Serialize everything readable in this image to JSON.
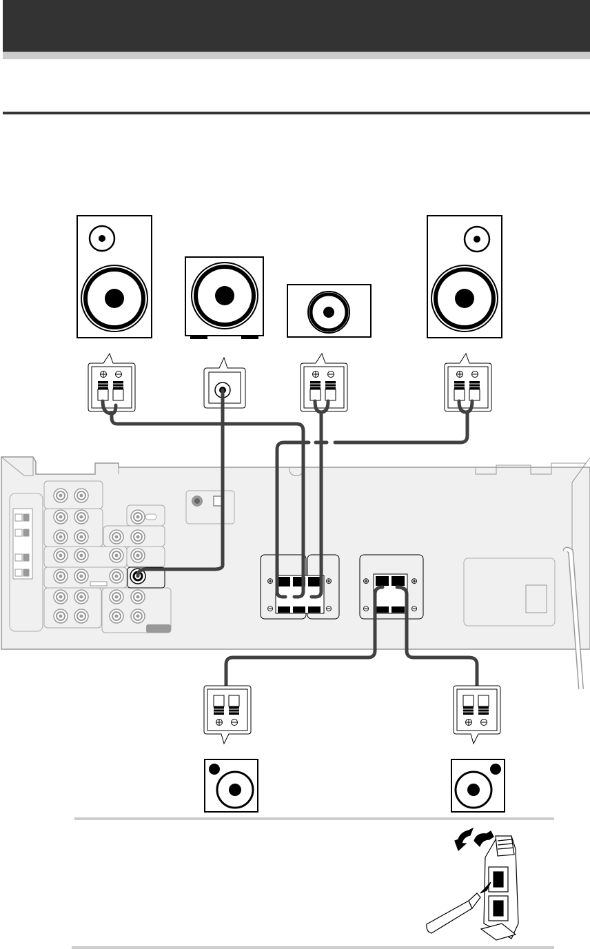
{
  "page": {
    "header_title": "",
    "section_heading": "",
    "note_text": ""
  },
  "colors": {
    "header": "#333333",
    "header_band": "#cccccc",
    "cable": "#404040",
    "receiver_panel": "#f0f0f0",
    "receiver_outline": "#999999",
    "note_rule": "#cccccc"
  },
  "diagram": {
    "speakers": [
      {
        "id": "front-left",
        "type": "tower",
        "terminal": "spring-pair"
      },
      {
        "id": "subwoofer",
        "type": "subwoofer",
        "terminal": "rca"
      },
      {
        "id": "center",
        "type": "center",
        "terminal": "spring-pair"
      },
      {
        "id": "front-right",
        "type": "tower",
        "terminal": "spring-pair"
      },
      {
        "id": "surround-left",
        "type": "satellite",
        "terminal": "spring-pair"
      },
      {
        "id": "surround-right",
        "type": "satellite",
        "terminal": "spring-pair"
      }
    ],
    "terminal_symbols": {
      "plus": "⊕",
      "minus": "⊖"
    },
    "detail_illustration": "spring-terminal-wire-insertion"
  }
}
